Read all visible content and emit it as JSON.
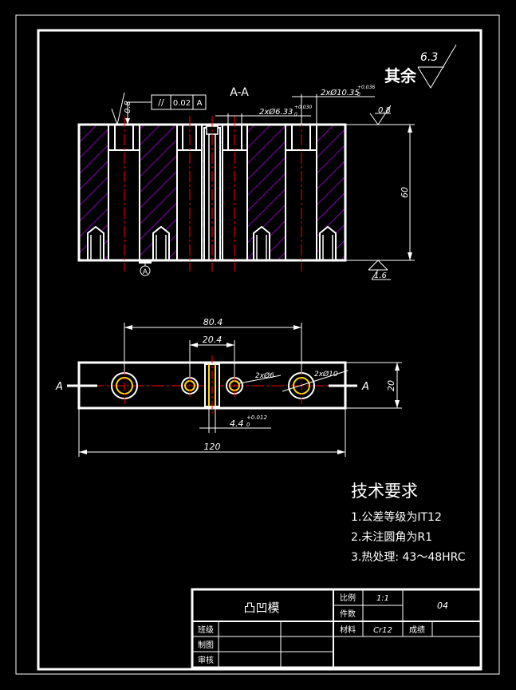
{
  "section": {
    "label": "A-A"
  },
  "dims": {
    "hole_large_top": "2xØ10.35",
    "hole_large_tol": "+0.036",
    "hole_large_tol0": "0",
    "hole_small_top": "2xØ6.33",
    "hole_small_tol": "+0.030",
    "hole_small_tol0": "0",
    "height": "60",
    "span_outer": "80.4",
    "span_inner": "20.4",
    "hole_small_plan": "2xØ6",
    "hole_large_plan": "2xØ10",
    "slot": "4.4",
    "slot_tol": "+0.012",
    "slot_tol0": "0",
    "width": "20",
    "length": "120"
  },
  "surface": {
    "rest_label": "其余",
    "rest_value": "6.3",
    "top_left": "0.8",
    "top_right": "0.8",
    "bottom_right": "1.6"
  },
  "tolerance_frame": {
    "symbol": "//",
    "value": "0.02",
    "datum": "A"
  },
  "datum": {
    "label": "A"
  },
  "cut_marks": {
    "left": "A",
    "right": "A"
  },
  "tech": {
    "title": "技术要求",
    "items": [
      "1.公差等级为IT12",
      "2.未注圆角为R1",
      "3.热处理: 43～48HRC"
    ]
  },
  "title_block": {
    "part_name": "凸凹模",
    "scale_label": "比例",
    "scale_value": "1:1",
    "count_label": "件数",
    "drawing_no": "04",
    "material_label": "材料",
    "material_value": "Cr12",
    "grade_label": "成绩",
    "class_label": "班级",
    "drawn_label": "制图",
    "check_label": "审核"
  },
  "colors": {
    "hatch": "#c000ff",
    "outline": "#ffffff",
    "centerline": "#ff0000",
    "hole": "#ffd700"
  }
}
